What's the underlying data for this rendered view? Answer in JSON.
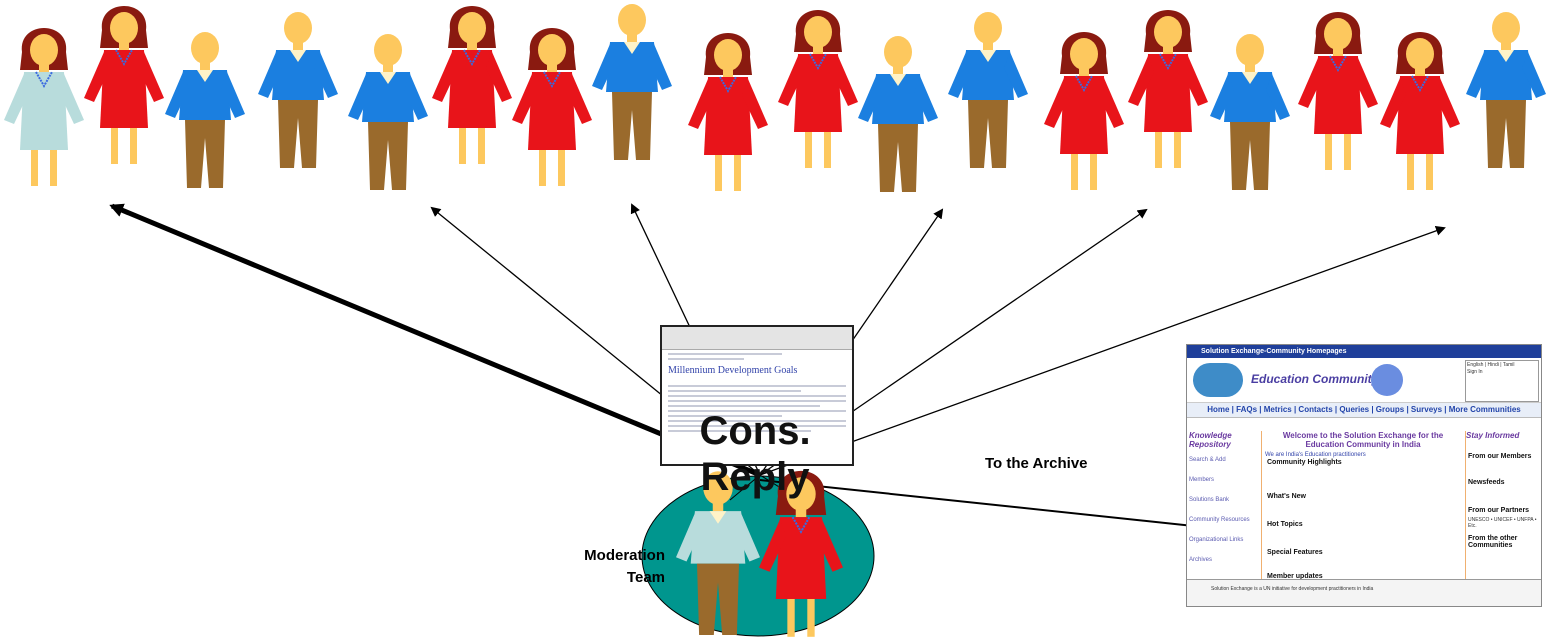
{
  "diagram": {
    "cons_reply_line1": "Cons.",
    "cons_reply_line2": "Reply",
    "archive_label": "To the Archive",
    "moderation_label_line1": "Moderation",
    "moderation_label_line2": "Team"
  },
  "website": {
    "browser_title": "Solution Exchange-Community Homepages",
    "community_title": "Education Community",
    "languages": "English | Hindi | Tamil",
    "sign_in": "Sign In",
    "nav": "Home | FAQs | Metrics | Contacts | Queries | Groups | Surveys | More Communities",
    "left_heading": "Knowledge Repository",
    "left_links": [
      "Search & Add",
      "Members",
      "Solutions Bank",
      "Community Resources",
      "Organizational Links",
      "Archives"
    ],
    "welcome": "Welcome to the Solution Exchange for the Education Community in India",
    "intro": "We are India's Education practitioners",
    "sections": [
      "Community Highlights",
      "What's New",
      "Hot Topics",
      "Special Features",
      "Member updates"
    ],
    "right_heading": "Stay Informed",
    "right_sections": [
      "From our Members",
      "Newsfeeds",
      "From our Partners",
      "From the other Communities"
    ],
    "partners": [
      "UNESCO",
      "UNICEF",
      "UNFPA",
      "Etc."
    ],
    "footer": "Solution Exchange is a UN initiative for development practitioners in India"
  },
  "email": {
    "mdg_title": "Millennium Development Goals"
  },
  "colors": {
    "female_dress": "#e8141a",
    "female_dress_light": "#b8dcdc",
    "male_shirt": "#1b7fe0",
    "male_trousers": "#9a6a2c",
    "skin": "#fdc85e",
    "hair": "#8a1a10",
    "ellipse_fill": "#00968e"
  }
}
